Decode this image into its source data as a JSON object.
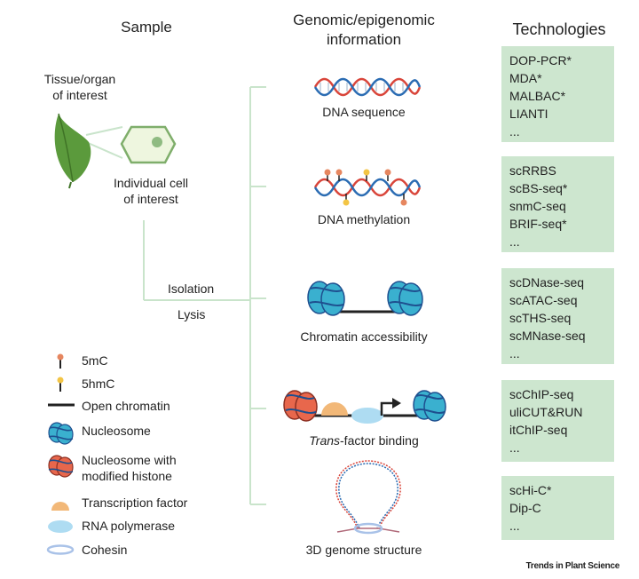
{
  "headers": {
    "sample": "Sample",
    "genomic_line1": "Genomic/epigenomic",
    "genomic_line2": "information",
    "technologies": "Technologies"
  },
  "sample": {
    "tissue_line1": "Tissue/organ",
    "tissue_line2": "of interest",
    "cell_line1": "Individual cell",
    "cell_line2": "of interest",
    "isolation": "Isolation",
    "lysis": "Lysis"
  },
  "info": [
    {
      "label": "DNA sequence"
    },
    {
      "label": "DNA methylation"
    },
    {
      "label": "Chromatin accessibility"
    },
    {
      "label_italic": "Trans",
      "label_rest": "-factor binding"
    },
    {
      "label": "3D genome structure"
    }
  ],
  "technologies": [
    {
      "items": [
        "DOP-PCR*",
        "MDA*",
        "MALBAC*",
        "LIANTI",
        "..."
      ]
    },
    {
      "items": [
        "scRRBS",
        "scBS-seq*",
        "snmC-seq",
        "BRIF-seq*",
        "..."
      ]
    },
    {
      "items": [
        "scDNase-seq",
        "scATAC-seq",
        "scTHS-seq",
        "scMNase-seq",
        "..."
      ]
    },
    {
      "items": [
        "scChIP-seq",
        "uliCUT&RUN",
        "itChIP-seq",
        "..."
      ]
    },
    {
      "items": [
        "scHi-C*",
        "Dip-C",
        "..."
      ]
    }
  ],
  "legend": {
    "mc5": "5mC",
    "hmc5": "5hmC",
    "open_chromatin": "Open chromatin",
    "nucleosome": "Nucleosome",
    "mod_line1": "Nucleosome with",
    "mod_line2": "modified histone",
    "tf": "Transcription factor",
    "rnapol": "RNA polymerase",
    "cohesin": "Cohesin"
  },
  "footer": "Trends in Plant Science",
  "colors": {
    "connector": "#c9e4cb",
    "box": "#cde6cf",
    "dna_red": "#d9453a",
    "dna_blue": "#2b6cb3",
    "nucleosome": "#3ab0cf",
    "nucleosome_mod": "#e8674c",
    "tf": "#f2b878",
    "rnapol": "#aedcf2",
    "cohesin": "#a9c2e8",
    "mc5": "#e6865f",
    "hmc5": "#f3c545",
    "leaf": "#5b9a3c"
  }
}
